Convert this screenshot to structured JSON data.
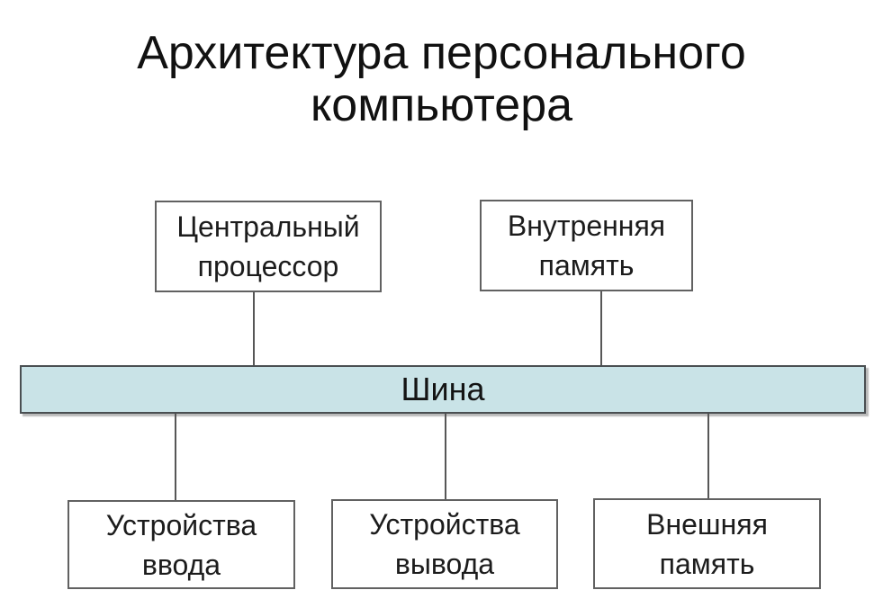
{
  "title": {
    "text": "Архитектура персонального компьютера",
    "line1": "Архитектура персонального",
    "line2": "компьютера"
  },
  "bus": {
    "label": "Шина"
  },
  "nodes": {
    "cpu": {
      "label": "Центральный процессор"
    },
    "internal_memory": {
      "label": "Внутренняя память"
    },
    "input_devices": {
      "label": "Устройства ввода"
    },
    "output_devices": {
      "label": "Устройства вывода"
    },
    "external_memory": {
      "label": "Внешняя память"
    }
  },
  "connections": [
    {
      "from": "cpu",
      "to": "bus"
    },
    {
      "from": "internal_memory",
      "to": "bus"
    },
    {
      "from": "bus",
      "to": "input_devices"
    },
    {
      "from": "bus",
      "to": "output_devices"
    },
    {
      "from": "bus",
      "to": "external_memory"
    }
  ],
  "colors": {
    "background": "#ffffff",
    "text": "#1a1a1a",
    "box_border": "#616161",
    "bus_fill": "#c9e3e7",
    "bus_border": "#4a4f52",
    "connector": "#575757"
  }
}
